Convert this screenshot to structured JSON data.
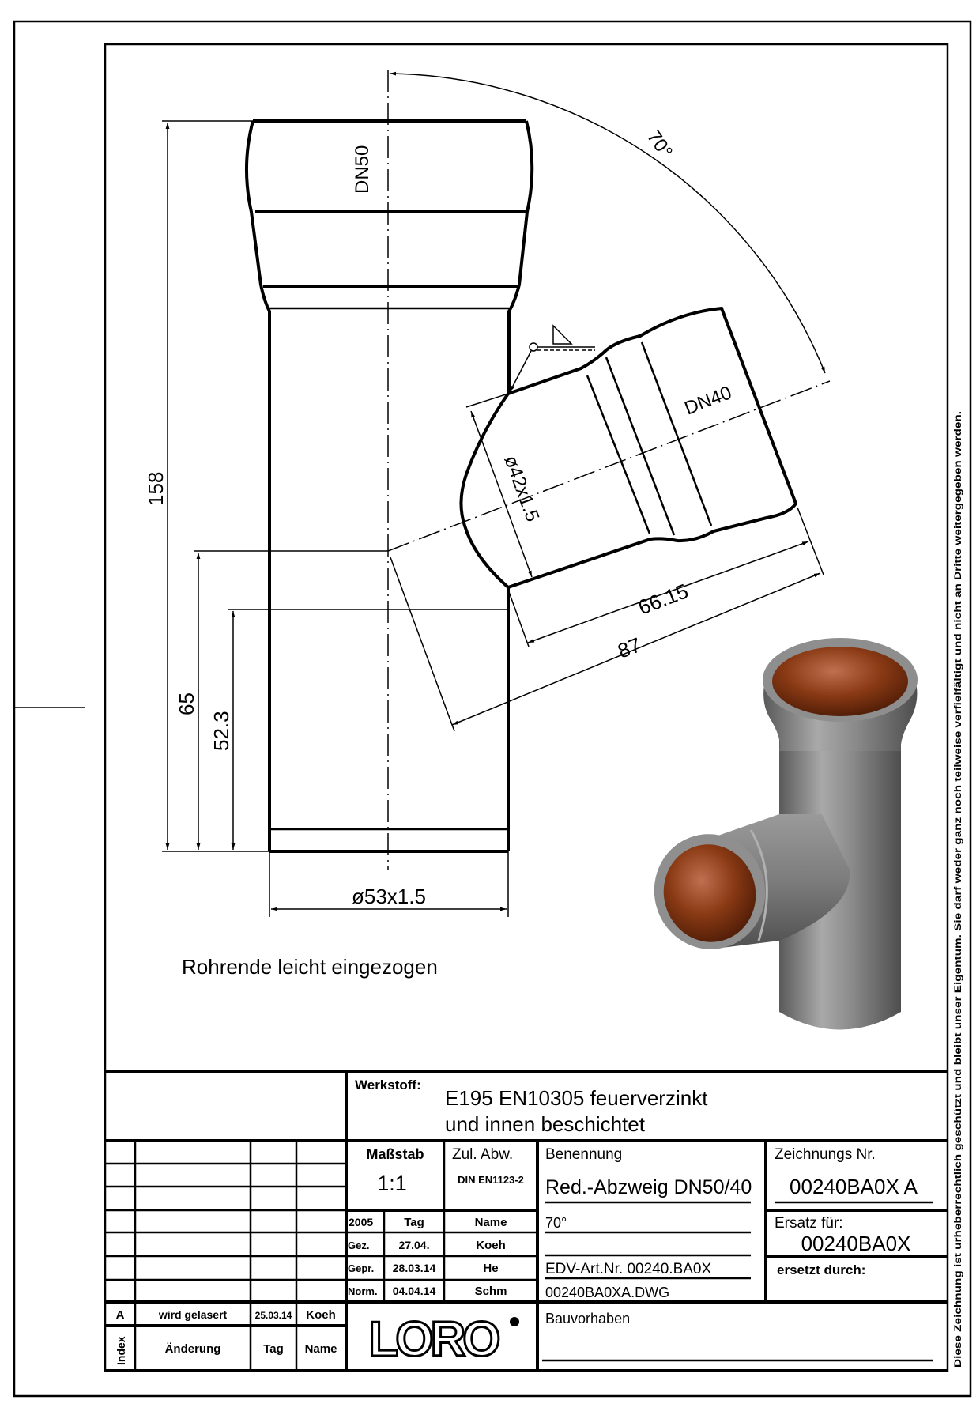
{
  "drawing": {
    "labels": {
      "main_nominal": "DN50",
      "branch_nominal": "DN40",
      "angle": "70°",
      "overall_length": "158",
      "branch_axis_height": "65",
      "branch_bottom_height": "52.3",
      "main_diameter": "ø53x1.5",
      "branch_diameter": "ø42x1.5",
      "branch_length_inner": "66.15",
      "branch_length_total": "87",
      "note": "Rohrende leicht eingezogen"
    }
  },
  "title_block": {
    "material_label": "Werkstoff:",
    "material_line1": "E195 EN10305 feuerverzinkt",
    "material_line2": "und innen beschichtet",
    "scale_label": "Maßstab",
    "scale_value": "1:1",
    "tolerance_label": "Zul. Abw.",
    "tolerance_value": "DIN EN1123-2",
    "approvals": {
      "header": [
        "2005",
        "Tag",
        "Name"
      ],
      "rows": [
        [
          "Gez.",
          "27.04.",
          "Koeh"
        ],
        [
          "Gepr.",
          "28.03.14",
          "He"
        ],
        [
          "Norm.",
          "04.04.14",
          "Schm"
        ]
      ]
    },
    "revisions": {
      "rows": [
        [
          "A",
          "wird gelasert",
          "25.03.14",
          "Koeh"
        ]
      ],
      "header": [
        "Index",
        "Änderung",
        "Tag",
        "Name"
      ]
    },
    "logo": "LORO",
    "designation_label": "Benennung",
    "designation_value": "Red.-Abzweig DN50/40",
    "designation_line2": "70°",
    "edv_number": "EDV-Art.Nr. 00240.BA0X",
    "file_name": "00240BA0XA.DWG",
    "drawing_no_label": "Zeichnungs Nr.",
    "drawing_no_value": "00240BA0X A",
    "replaces_label": "Ersatz für:",
    "replaces_value": "00240BA0X",
    "replaced_by_label": "ersetzt durch:",
    "project_label": "Bauvorhaben"
  },
  "copyright_notice": "Diese Zeichnung ist urheberrechtlich geschützt und bleibt unser Eigentum. Sie darf weder ganz noch teilweise verfielfältigt und nicht an Dritte weitergegeben werden.",
  "colors": {
    "line": "#000000",
    "render_body": "#7d7d7d",
    "render_coating": "#8a3a14"
  }
}
